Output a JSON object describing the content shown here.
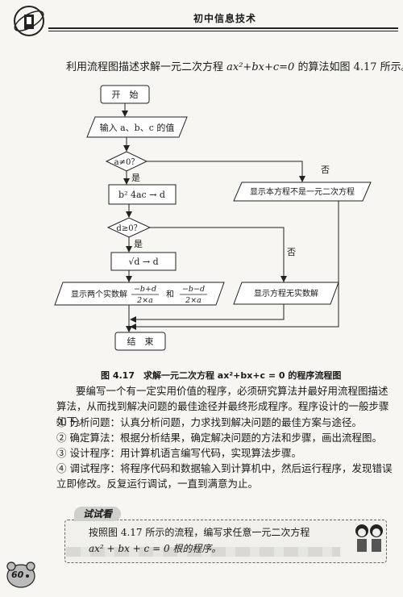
{
  "header": {
    "title": "初中信息技术"
  },
  "intro": {
    "before": "利用流程图描述求解一元二次方程 ",
    "equation": "ax²+bx+c=0",
    "after": " 的算法如图 4.17 所示。"
  },
  "flowchart": {
    "start": "开　始",
    "input": "输入 a、b、c 的值",
    "cond1": "a≠0？",
    "yes1": "是",
    "no1": "否",
    "disc": "b² 4ac → d",
    "not_quadratic": "显示本方程不是一元二次方程",
    "cond2": "d≥0？",
    "yes2": "是",
    "no2": "否",
    "sqrt": "√d → d",
    "show_two_prefix": "显示两个实数解",
    "root1_num": "−b+d",
    "root1_den": "2×a",
    "and": "和",
    "root2_num": "−b−d",
    "root2_den": "2×a",
    "no_real": "显示方程无实数解",
    "end": "结　束"
  },
  "caption": "图 4.17　求解一元二次方程 ax²+bx+c = 0 的程序流程图",
  "body": {
    "paragraph": "要编写一个有一定实用价值的程序，必须研究算法并最好用流程图描述算法，从而找到解决问题的最佳途径并最终形成程序。程序设计的一般步骤如下。",
    "steps": [
      "① 分析问题：认真分析问题，力求找到解决问题的最佳方案与途径。",
      "② 确定算法：根据分析结果，确定解决问题的方法和步骤，画出流程图。",
      "③ 设计程序：用计算机语言编写代码，实现算法步骤。",
      "④ 调试程序：将程序代码和数据输入到计算机中，然后运行程序，发现错误立即修改。反复运行调试，一直到满意为止。"
    ]
  },
  "exercise": {
    "label": "试试看",
    "line1": "按照图 4.17 所示的流程，编写求任意一元二次方程",
    "line2": "ax² + bx + c = 0 根的程序。"
  },
  "page_number": "60"
}
